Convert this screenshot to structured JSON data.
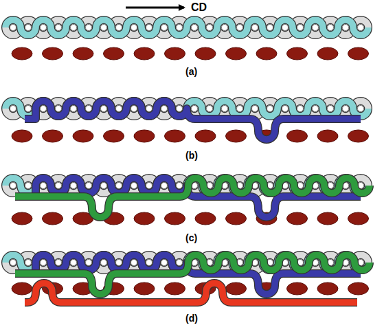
{
  "diagram": {
    "labels": [
      "CD",
      "(a)",
      "(b)",
      "(c)",
      "(d)"
    ]
  }
}
